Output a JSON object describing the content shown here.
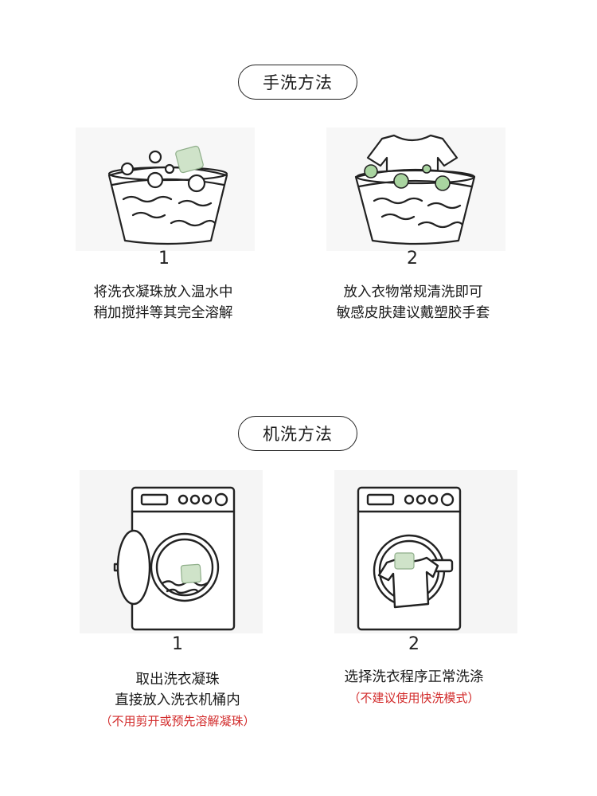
{
  "hand_wash": {
    "title": "手洗方法",
    "steps": [
      {
        "number": "1",
        "line1": "将洗衣凝珠放入温水中",
        "line2": "稍加搅拌等其完全溶解"
      },
      {
        "number": "2",
        "line1": "放入衣物常规清洗即可",
        "line2": "敏感皮肤建议戴塑胶手套"
      }
    ]
  },
  "machine_wash": {
    "title": "机洗方法",
    "steps": [
      {
        "number": "1",
        "line1": "取出洗衣凝珠",
        "line2": "直接放入洗衣机桶内",
        "note": "（不用剪开或预先溶解凝珠）"
      },
      {
        "number": "2",
        "line1": "选择洗衣程序正常洗涤",
        "note": "（不建议使用快洗模式）"
      }
    ]
  },
  "colors": {
    "line": "#222222",
    "pod_green": "#cfe3c9",
    "note_red": "#d22a2a",
    "panel_bg": "#f5f5f5"
  }
}
